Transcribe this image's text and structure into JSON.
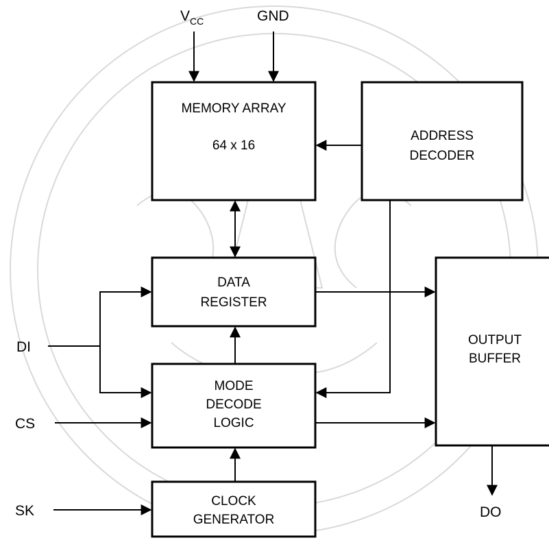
{
  "pins": {
    "vcc_main": "V",
    "vcc_sub": "CC",
    "gnd": "GND",
    "di": "DI",
    "cs": "CS",
    "sk": "SK",
    "do": "DO"
  },
  "blocks": {
    "memory_array": {
      "line1": "MEMORY ARRAY",
      "line2": "64 x 16"
    },
    "address_decoder": {
      "line1": "ADDRESS",
      "line2": "DECODER"
    },
    "data_register": {
      "line1": "DATA",
      "line2": "REGISTER"
    },
    "mode_decode_logic": {
      "line1": "MODE",
      "line2": "DECODE",
      "line3": "LOGIC"
    },
    "clock_generator": {
      "line1": "CLOCK",
      "line2": "GENERATOR"
    },
    "output_buffer": {
      "line1": "OUTPUT",
      "line2": "BUFFER"
    }
  },
  "colors": {
    "line": "#000000",
    "watermark": "#d9d9d9",
    "background": "#ffffff"
  }
}
